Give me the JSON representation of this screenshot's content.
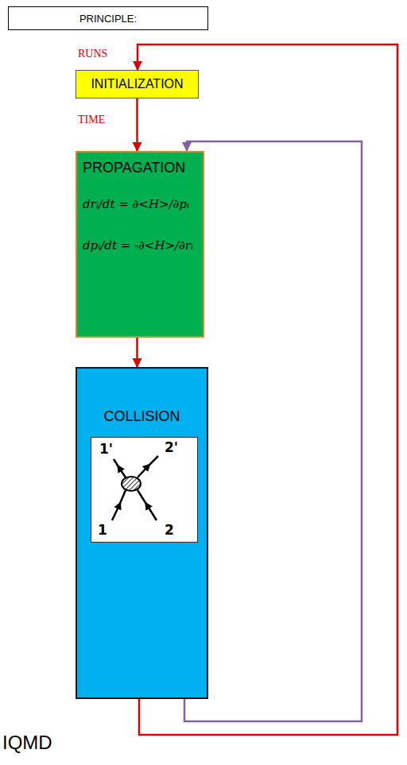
{
  "diagram": {
    "nodes": [
      {
        "text": [
          "PRINCIPLE:"
        ]
      },
      {
        "text": [
          "INITIALIZATION"
        ]
      },
      {
        "text": [
          "PROPAGATION",
          "drᵢ/dt = ∂<H>/∂pᵢ",
          "dpᵢ/dt = -∂<H>/∂rᵢ"
        ]
      },
      {
        "text": [
          "COLLISION"
        ]
      },
      {
        "text": [
          "1'",
          "2'",
          "1",
          "2"
        ],
        "in": 3
      }
    ],
    "edges": [
      {
        "from": 1,
        "to": 2,
        "arrow": "to"
      },
      {
        "from": 2,
        "to": 3,
        "arrow": "to"
      },
      {
        "from": 3,
        "to": 2,
        "arrow": "to",
        "label": "TIME"
      },
      {
        "from": 3,
        "to": 1,
        "arrow": "to",
        "label": "RUNS"
      }
    ],
    "labels": [
      "IQMD"
    ]
  }
}
